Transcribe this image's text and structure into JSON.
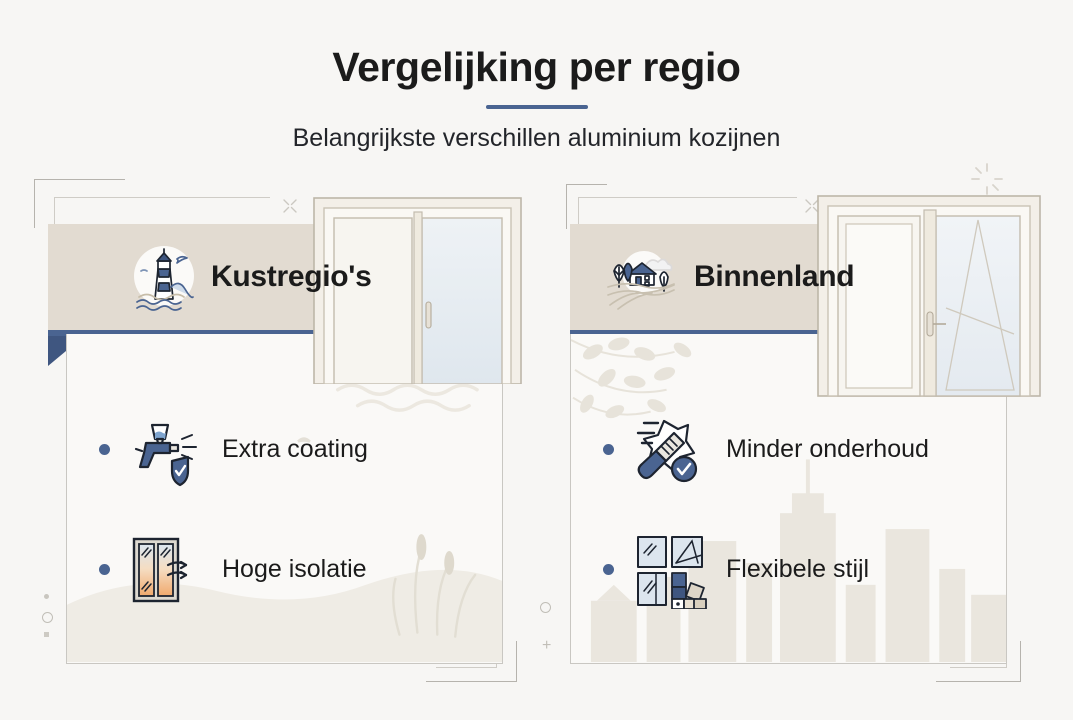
{
  "header": {
    "title": "Vergelijking per regio",
    "subtitle": "Belangrijkste verschillen aluminium kozijnen"
  },
  "colors": {
    "accent_blue": "#4a6491",
    "banner_beige": "#e2dbd1",
    "page_background": "#f7f6f4",
    "card_background": "#faf9f7",
    "text_dark": "#1b1b1b",
    "border_gray": "#c9c7c2"
  },
  "cards": [
    {
      "id": "kustregios",
      "title": "Kustregio's",
      "banner_icon": "lighthouse-sea-icon",
      "background_art": "waves-and-reeds",
      "features": [
        {
          "label": "Extra coating",
          "icon": "spray-gun-shield-icon"
        },
        {
          "label": "Hoge isolatie",
          "icon": "insulated-window-icon"
        }
      ]
    },
    {
      "id": "binnenland",
      "title": "Binnenland",
      "banner_icon": "countryside-farmhouse-icon",
      "background_art": "leaves-and-skyline",
      "features": [
        {
          "label": "Minder onderhoud",
          "icon": "paint-brush-check-icon"
        },
        {
          "label": "Flexibele stijl",
          "icon": "window-styles-swatches-icon"
        }
      ]
    }
  ]
}
